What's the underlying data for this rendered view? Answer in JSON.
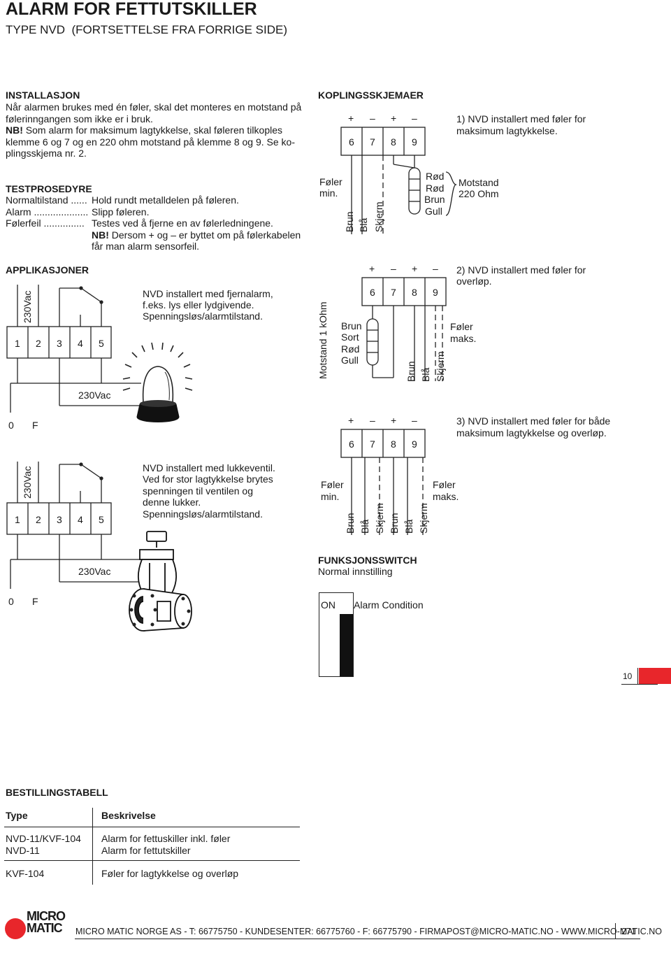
{
  "header": {
    "title": "ALARM FOR FETTUTSKILLER",
    "subtitle": "TYPE NVD  (FORTSETTELSE FRA FORRIGE SIDE)"
  },
  "installasjon": {
    "heading": "INSTALLASJON",
    "lines": [
      "Når alarmen brukes med én føler, skal det monteres en motstand på",
      "følerinngangen som ikke er i bruk.",
      "NB!",
      " Som alarm for maksimum lagtykkelse, skal føleren tilkoples",
      "klemme 6 og 7 og en 220 ohm motstand på klemme 8 og 9. Se ko-",
      "plingsskjema nr. 2."
    ]
  },
  "testprosedyre": {
    "heading": "TESTPROSEDYRE",
    "rows": [
      {
        "label": "Normaltilstand ......",
        "text": "Hold rundt metalldelen på føleren."
      },
      {
        "label": "Alarm ....................",
        "text": "Slipp føleren."
      },
      {
        "label": "Følerfeil ...............",
        "text": "Testes ved å fjerne en av følerledningene."
      }
    ],
    "nb_label": "NB!",
    "nb_text": " Dersom + og – er byttet om på følerkabelen",
    "nb_text2": "får man alarm sensorfeil."
  },
  "applikasjoner": {
    "heading": "APPLIKASJONER",
    "app1": {
      "supply": "230Vac",
      "terminals": [
        "1",
        "2",
        "3",
        "4",
        "5"
      ],
      "out_label": "230Vac",
      "zero": "0",
      "phase": "F",
      "desc": [
        "NVD installert med fjernalarm,",
        "f.eks. lys eller lydgivende.",
        "Spenningsløs/alarmtilstand."
      ]
    },
    "app2": {
      "supply": "230Vac",
      "terminals": [
        "1",
        "2",
        "3",
        "4",
        "5"
      ],
      "out_label": "230Vac",
      "zero": "0",
      "phase": "F",
      "desc": [
        "NVD installert med lukkeventil.",
        "Ved for stor lagtykkelse brytes",
        "spenningen til ventilen og",
        "denne lukker.",
        "Spenningsløs/alarmtilstand."
      ]
    }
  },
  "koplingsskjemaer": {
    "heading": "KOPLINGSSKJEMAER",
    "polarity": [
      "+",
      "–",
      "+",
      "–"
    ],
    "terminals": [
      "6",
      "7",
      "8",
      "9"
    ],
    "d1": {
      "caption": [
        "1) NVD installert med føler for",
        "maksimum lagtykkelse."
      ],
      "sensor": [
        "Føler",
        "min."
      ],
      "wires": [
        "Brun",
        "Blå",
        "Skjerm"
      ],
      "resistor_wires": [
        "Rød",
        "Rød",
        "Brun",
        "Gull"
      ],
      "resistor": [
        "Motstand",
        "220 Ohm"
      ]
    },
    "d2": {
      "caption": [
        "2) NVD installert med føler for",
        "overløp."
      ],
      "resistor": "Motstand 1 kOhm",
      "resistor_wires": [
        "Brun",
        "Sort",
        "Rød",
        "Gull"
      ],
      "wires": [
        "Brun",
        "Blå",
        "Skjerm"
      ],
      "sensor": [
        "Føler",
        "maks."
      ]
    },
    "d3": {
      "caption": [
        "3) NVD installert med føler for både",
        "maksimum lagtykkelse og overløp."
      ],
      "sensor_min": [
        "Føler",
        "min."
      ],
      "sensor_max": [
        "Føler",
        "maks."
      ],
      "wires": [
        "Brun",
        "Blå",
        "Skjerm",
        "Brun",
        "Blå",
        "Skjerm"
      ]
    }
  },
  "funksjonsswitch": {
    "heading": "FUNKSJONSSWITCH",
    "sub": "Normal innstilling",
    "on": "ON",
    "condition": "Alarm Condition"
  },
  "tab": {
    "number": "10",
    "color": "#e8262b"
  },
  "bestilling": {
    "heading": "BESTILLINGSTABELL",
    "col_type": "Type",
    "col_desc": "Beskrivelse",
    "rows": [
      {
        "type": [
          "NVD-11/KVF-104",
          "NVD-11"
        ],
        "desc": [
          "Alarm for fettuskiller inkl. føler",
          "Alarm for fettutskiller"
        ]
      },
      {
        "type": [
          "KVF-104"
        ],
        "desc": [
          "Føler for lagtykkelse og overløp"
        ]
      }
    ]
  },
  "footer": {
    "logo_line1": "MICRO",
    "logo_line2": "MATIC",
    "text": "MICRO MATIC NORGE AS - T: 66775750 - KUNDESENTER: 66775760 - F: 66775790 - FIRMAPOST@MICRO-MATIC.NO - WWW.MICRO-MATIC.NO",
    "page": "271",
    "brand_color": "#e8262b"
  }
}
